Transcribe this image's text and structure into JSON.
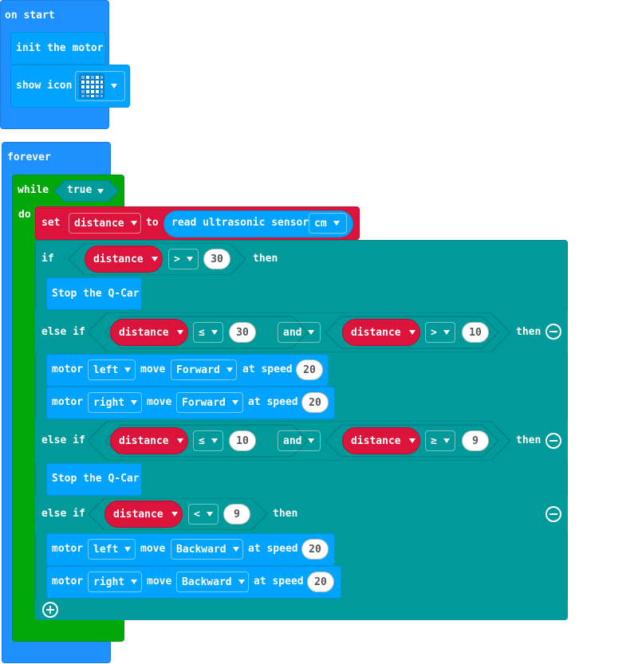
{
  "on_start": {
    "label": "on start",
    "init": "init the motor",
    "show_icon": "show icon",
    "icon_name": "heart-icon"
  },
  "forever": {
    "label": "forever",
    "while_label": "while",
    "while_value": "true",
    "do_label": "do",
    "set": {
      "set": "set",
      "var": "distance",
      "to": "to",
      "sensor": "read ultrasonic sensor",
      "unit": "cm"
    },
    "if1": {
      "if": "if",
      "var": "distance",
      "op": ">",
      "value": "30",
      "then": "then",
      "action": "Stop the Q-Car"
    },
    "elseif1": {
      "label": "else if",
      "var1": "distance",
      "op1": "≤",
      "val1": "30",
      "and": "and",
      "var2": "distance",
      "op2": ">",
      "val2": "10",
      "then": "then",
      "m1": {
        "motor": "motor",
        "side": "left",
        "move": "move",
        "dir": "Forward",
        "at_speed": "at speed",
        "speed": "20"
      },
      "m2": {
        "motor": "motor",
        "side": "right",
        "move": "move",
        "dir": "Forward",
        "at_speed": "at speed",
        "speed": "20"
      }
    },
    "elseif2": {
      "label": "else if",
      "var1": "distance",
      "op1": "≤",
      "val1": "10",
      "and": "and",
      "var2": "distance",
      "op2": "≥",
      "val2": "9",
      "then": "then",
      "action": "Stop the Q-Car"
    },
    "elseif3": {
      "label": "else if",
      "var": "distance",
      "op": "<",
      "value": "9",
      "then": "then",
      "m1": {
        "motor": "motor",
        "side": "left",
        "move": "move",
        "dir": "Backward",
        "at_speed": "at speed",
        "speed": "20"
      },
      "m2": {
        "motor": "motor",
        "side": "right",
        "move": "move",
        "dir": "Backward",
        "at_speed": "at speed",
        "speed": "20"
      }
    }
  },
  "colors": {
    "events": "#1e90ff",
    "motor": "#00a4ff",
    "loops": "#00a909",
    "logic": "#009a9b",
    "variables": "#dc143c"
  }
}
